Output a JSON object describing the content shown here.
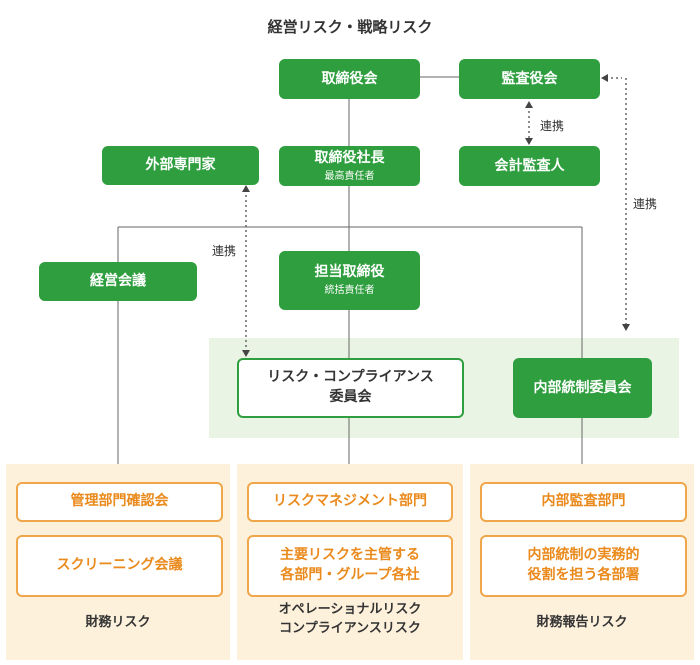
{
  "title": "経営リスク・戦略リスク",
  "nodes": {
    "board": "取締役会",
    "audit_board": "監査役会",
    "external_experts": "外部専門家",
    "president": "取締役社長",
    "president_sub": "最高責任者",
    "accounting_auditor": "会計監査人",
    "management_meeting": "経営会議",
    "officer": "担当取締役",
    "officer_sub": "統括責任者",
    "compliance_committee_line1": "リスク・コンプライアンス",
    "compliance_committee_line2": "委員会",
    "internal_control_committee": "内部統制委員会"
  },
  "links": {
    "audit_accountant": "連携",
    "audit_internal_control": "連携",
    "experts_committee": "連携"
  },
  "panels": {
    "finance": {
      "boxes": [
        "管理部門確認会",
        "スクリーニング会議"
      ],
      "label_lines": [
        "財務リスク"
      ]
    },
    "operational": {
      "boxes": [
        "リスクマネジメント部門",
        "主要リスクを主管する\n各部門・グループ各社"
      ],
      "label_lines": [
        "オペレーショナルリスク",
        "コンプライアンスリスク"
      ]
    },
    "reporting": {
      "boxes": [
        "内部監査部門",
        "内部統制の実務的\n役割を担う各部署"
      ],
      "label_lines": [
        "財務報告リスク"
      ]
    }
  },
  "colors": {
    "green": "#2e9e3e",
    "band": "#eaf4e4",
    "panel": "#fdf1dc",
    "orange_border": "#f0a64a",
    "orange_text": "#ea8a1c"
  }
}
